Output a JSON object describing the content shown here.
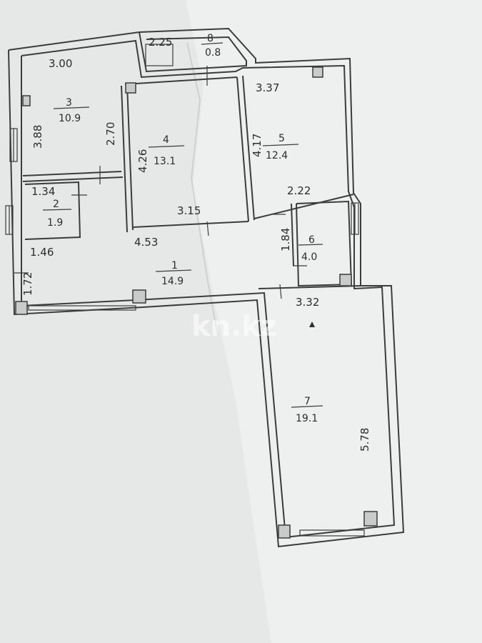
{
  "watermark": "kn.kz",
  "rooms": [
    {
      "id": "3",
      "number": "3",
      "area": "10.9"
    },
    {
      "id": "4",
      "number": "4",
      "area": "13.1"
    },
    {
      "id": "5",
      "number": "5",
      "area": "12.4"
    },
    {
      "id": "8",
      "number": "8",
      "area": "0.8"
    },
    {
      "id": "2",
      "number": "2",
      "area": "1.9"
    },
    {
      "id": "1",
      "number": "1",
      "area": "14.9"
    },
    {
      "id": "6",
      "number": "6",
      "area": "4.0"
    },
    {
      "id": "7",
      "number": "7",
      "area": "19.1"
    }
  ],
  "dimensions": {
    "d_300": "3.00",
    "d_225": "2.25",
    "d_337": "3.37",
    "d_388": "3.88",
    "d_270": "2.70",
    "d_426": "4.26",
    "d_417": "4.17",
    "d_222": "2.22",
    "d_134": "1.34",
    "d_315": "3.15",
    "d_453": "4.53",
    "d_184": "1.84",
    "d_146": "1.46",
    "d_172": "1.72",
    "d_332": "3.32",
    "d_578": "5.78"
  }
}
